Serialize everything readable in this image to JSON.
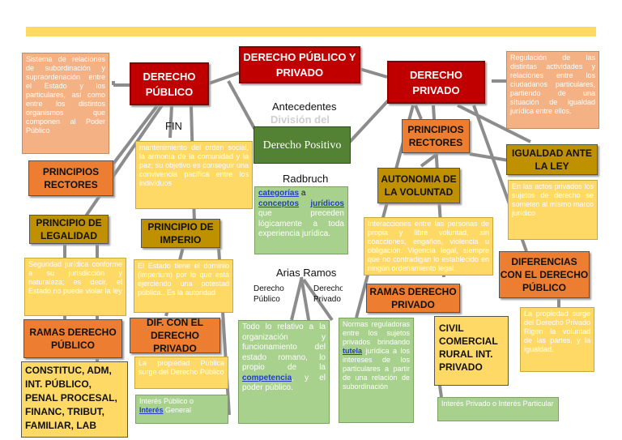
{
  "title": "DERECHO PÚBLICO Y PRIVADO",
  "derecho_publico": "DERECHO PÚBLICO",
  "derecho_privado": "DERECHO PRIVADO",
  "derecho_positivo": "Derecho Positivo",
  "antecedentes": "Antecedentes",
  "division": "División del",
  "fin": "FIN",
  "radbruch": "Radbruch",
  "arias_ramos": "Arias Ramos",
  "derecho_publico_small": "Derecho Público",
  "derecho_privado_small": "Derecho Privado",
  "publico_def": "Sistema de relaciones de subordinación y supraordenación entre el Estado y los particulares, así como entre los distintos organismos que componen al Poder Público",
  "privado_def": "Regulación de las distintas actividades y relaciones entre los ciudadanos particulares, partiendo de una situación de igualdad jurídica entre ellos.",
  "fin_def": "mantenimiento del orden social, la armonía de la comunidad y la paz; su objetivo es conseguir una convivencia pacífica entre los individuos",
  "radbruch_def": {
    "l1": "categorías",
    "l1b": "a",
    "l2a": "conceptos",
    "l2b": "jurídicos",
    "rest": "que preceden lógicamente a toda experiencia jurídica."
  },
  "principios_rectores_pub": "PRINCIPIOS RECTORES",
  "principios_rectores_priv": "PRINCIPIOS RECTORES",
  "principio_legalidad": "PRINCIPIO DE LEGALIDAD",
  "principio_imperio": "PRINCIPIO DE IMPERIO",
  "legalidad_def": "Seguridad jurídica conforme a su jurisdicción y naturaleza; es decir, el Estado no puede violar la ley",
  "imperio_def": "El Estado tiene el dominio (imperium) por lo que está ejerciendo una potestad pública.. Es la autoridad",
  "igualdad": "IGUALDAD ANTE LA LEY",
  "igualdad_def": "En las actos privados los sujetos de derecho se someten al mismo marco jurídico",
  "autonomia": "AUTONOMIA DE LA VOLUNTAD",
  "autonomia_def": "Interacciones entre las personas de propia y libre voluntad, sin coacciones, engaños, violencia u obligación. Vigencia legal, siempre que no contradigan lo establecido en ningún ordenamiento legal.",
  "ramas_pub": "RAMAS DERECHO PÚBLICO",
  "ramas_pub_list": "CONSTITUC, ADM, INT. PÚBLICO, PENAL PROCESAL, FINANC, TRIBUT, FAMILIAR, LAB",
  "ramas_priv": "RAMAS DERECHO PRIVADO",
  "ramas_priv_list": "CIVIL COMERCIAL RURAL INT. PRIVADO",
  "dif_pub": "DIF. CON EL DERECHO PRIVADO",
  "dif_pub_def": "La propiedad Pública surge del Derecho Público",
  "interes_pub": "Interés Público o",
  "interes_general": "Interés",
  "interes_general2": "General",
  "dif_priv": "DIFERENCIAS CON EL DERECHO PÚBLICO",
  "dif_priv_def": "La propiedad surge del Derecho Privado Rigen la voluntad de las partes, y la igualdad.",
  "interes_priv": "Interés Privado o Interés Particular",
  "dp_relativo": {
    "a": "Todo lo relativo a la organización y funcionamiento del estado romano, lo propio de la",
    "link": "competencia",
    "b": ", y el poder público."
  },
  "dpriv_relativo": {
    "a": "Normas reguladoras entre los sujetos privados brindando",
    "link": "tutela",
    "b": "jurídica a los intereses de los particulares a partir de una relación de subordinación"
  }
}
